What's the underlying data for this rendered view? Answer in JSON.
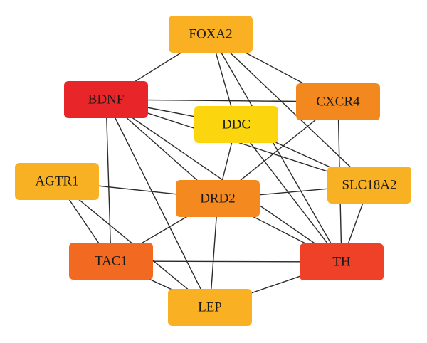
{
  "nodes": [
    {
      "id": "FOXA2",
      "label": "FOXA2",
      "color": "#F9B023"
    },
    {
      "id": "BDNF",
      "label": "BDNF",
      "color": "#E8262A"
    },
    {
      "id": "CXCR4",
      "label": "CXCR4",
      "color": "#F3891E"
    },
    {
      "id": "DDC",
      "label": "DDC",
      "color": "#FBD60E"
    },
    {
      "id": "AGTR1",
      "label": "AGTR1",
      "color": "#F9B124"
    },
    {
      "id": "DRD2",
      "label": "DRD2",
      "color": "#F48A1F"
    },
    {
      "id": "SLC18A2",
      "label": "SLC18A2",
      "color": "#F9B124"
    },
    {
      "id": "TAC1",
      "label": "TAC1",
      "color": "#F26A22"
    },
    {
      "id": "TH",
      "label": "TH",
      "color": "#EE4128"
    },
    {
      "id": "LEP",
      "label": "LEP",
      "color": "#F9B023"
    }
  ],
  "edges": [
    [
      "FOXA2",
      "BDNF"
    ],
    [
      "FOXA2",
      "DDC"
    ],
    [
      "FOXA2",
      "CXCR4"
    ],
    [
      "FOXA2",
      "SLC18A2"
    ],
    [
      "FOXA2",
      "TH"
    ],
    [
      "BDNF",
      "CXCR4"
    ],
    [
      "BDNF",
      "DDC"
    ],
    [
      "BDNF",
      "SLC18A2"
    ],
    [
      "BDNF",
      "DRD2"
    ],
    [
      "BDNF",
      "TAC1"
    ],
    [
      "BDNF",
      "LEP"
    ],
    [
      "BDNF",
      "TH"
    ],
    [
      "CXCR4",
      "DRD2"
    ],
    [
      "CXCR4",
      "TH"
    ],
    [
      "DDC",
      "DRD2"
    ],
    [
      "DDC",
      "SLC18A2"
    ],
    [
      "DDC",
      "TH"
    ],
    [
      "AGTR1",
      "DRD2"
    ],
    [
      "AGTR1",
      "TAC1"
    ],
    [
      "AGTR1",
      "LEP"
    ],
    [
      "DRD2",
      "SLC18A2"
    ],
    [
      "DRD2",
      "TAC1"
    ],
    [
      "DRD2",
      "LEP"
    ],
    [
      "DRD2",
      "TH"
    ],
    [
      "SLC18A2",
      "TH"
    ],
    [
      "TAC1",
      "TH"
    ],
    [
      "TAC1",
      "LEP"
    ],
    [
      "LEP",
      "TH"
    ]
  ]
}
